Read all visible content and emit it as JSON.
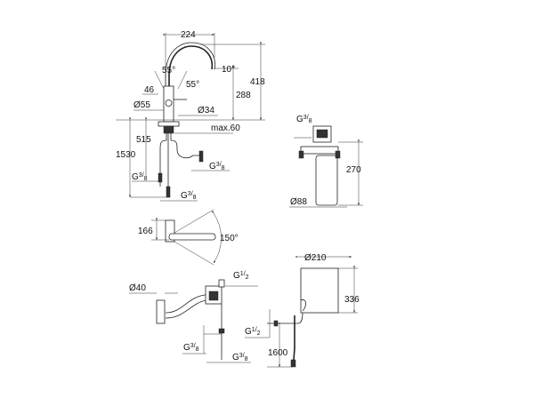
{
  "faucet_side": {
    "width_224": "224",
    "angle_10": "10°",
    "angle_55_left": "55°",
    "angle_55_right": "55°",
    "height_418": "418",
    "height_288": "288",
    "dim_46": "46",
    "dia_55": "Ø55",
    "dia_34": "Ø34",
    "max_60": "max.60",
    "len_515": "515",
    "len_1530": "1530",
    "thread_left": {
      "base": "G",
      "num": "3",
      "den": "8"
    },
    "thread_right": {
      "base": "G",
      "num": "3",
      "den": "8"
    },
    "thread_bottom": {
      "base": "G",
      "num": "3",
      "den": "8"
    }
  },
  "filter": {
    "thread": {
      "base": "G",
      "num": "3",
      "den": "8"
    },
    "height_270": "270",
    "dia_88": "Ø88"
  },
  "faucet_top": {
    "dim_166": "166",
    "angle_150": "150°"
  },
  "valve": {
    "dia_40": "Ø40",
    "thread_top": {
      "base": "G",
      "num": "1",
      "den": "2"
    },
    "thread_mid": {
      "base": "G",
      "num": "3",
      "den": "8"
    },
    "thread_bottom": {
      "base": "G",
      "num": "3",
      "den": "8"
    }
  },
  "boiler": {
    "dia_210": "Ø210",
    "height_336": "336",
    "thread": {
      "base": "G",
      "num": "1",
      "den": "2"
    },
    "len_1600": "1600"
  }
}
